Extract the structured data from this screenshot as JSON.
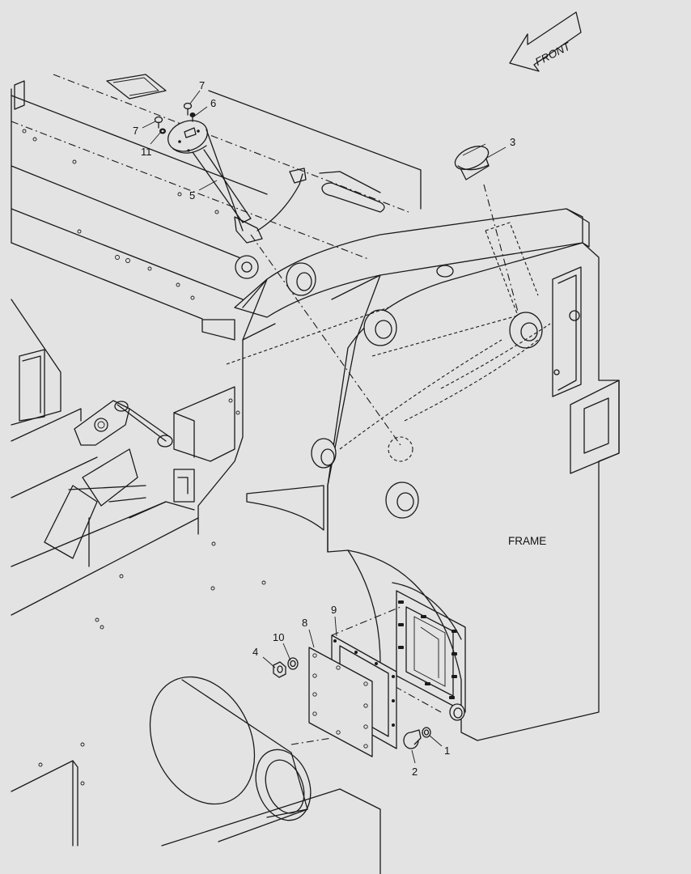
{
  "labels": {
    "front": "FRONT",
    "frame": "FRAME"
  },
  "callouts": {
    "p1": "1",
    "p2": "2",
    "p3": "3",
    "p4": "4",
    "p5": "5",
    "p6": "6",
    "p7a": "7",
    "p7b": "7",
    "p8": "8",
    "p9": "9",
    "p10": "10",
    "p11": "11"
  }
}
